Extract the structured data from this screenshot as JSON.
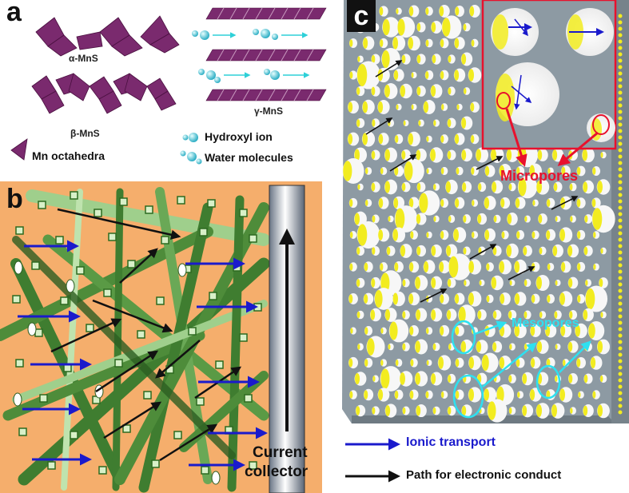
{
  "panel_a": {
    "letter": "a",
    "alpha_label": "α-MnS",
    "beta_label": "β-MnS",
    "gamma_label": "γ-MnS",
    "legend": {
      "octahedra": "Mn octahedra",
      "hydroxyl": "Hydroxyl ion",
      "water": "Water molecules"
    }
  },
  "panel_b": {
    "letter": "b",
    "collector_line1": "Current",
    "collector_line2": "collector"
  },
  "panel_c": {
    "letter": "c",
    "micropores": "Micropores",
    "mesopores": "Mesopores"
  },
  "bottom_legend": {
    "ionic": "Ionic transport",
    "electronic": "Path for electronic conduct"
  },
  "colors": {
    "octahedra": "#7a2a6e",
    "ion": "#3ec8d8",
    "ionic_arrow": "#1a1acc",
    "electronic_arrow": "#111111",
    "micropore_label": "#e8112d",
    "mesopore_label": "#2ee0f0",
    "panel_b_bg": "#f5ae6c",
    "fiber": "#4e8c3a",
    "plate": "#8d9aa3",
    "pore_fill": "#f2ec20"
  }
}
